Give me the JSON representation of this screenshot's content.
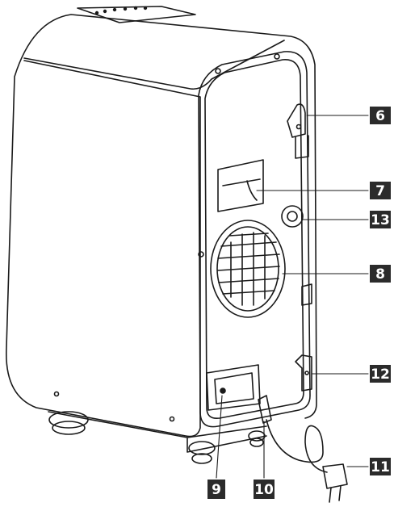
{
  "figure": {
    "subject": "portable air conditioner rear view",
    "line_color": "#1a1a1a",
    "callout_bg": "#2b2b2b",
    "callout_text_color": "#ffffff"
  },
  "callouts": [
    {
      "id": "c6",
      "label": "6"
    },
    {
      "id": "c7",
      "label": "7"
    },
    {
      "id": "c13",
      "label": "13"
    },
    {
      "id": "c8",
      "label": "8"
    },
    {
      "id": "c12",
      "label": "12"
    },
    {
      "id": "c11",
      "label": "11"
    },
    {
      "id": "c9",
      "label": "9"
    },
    {
      "id": "c10",
      "label": "10"
    }
  ]
}
